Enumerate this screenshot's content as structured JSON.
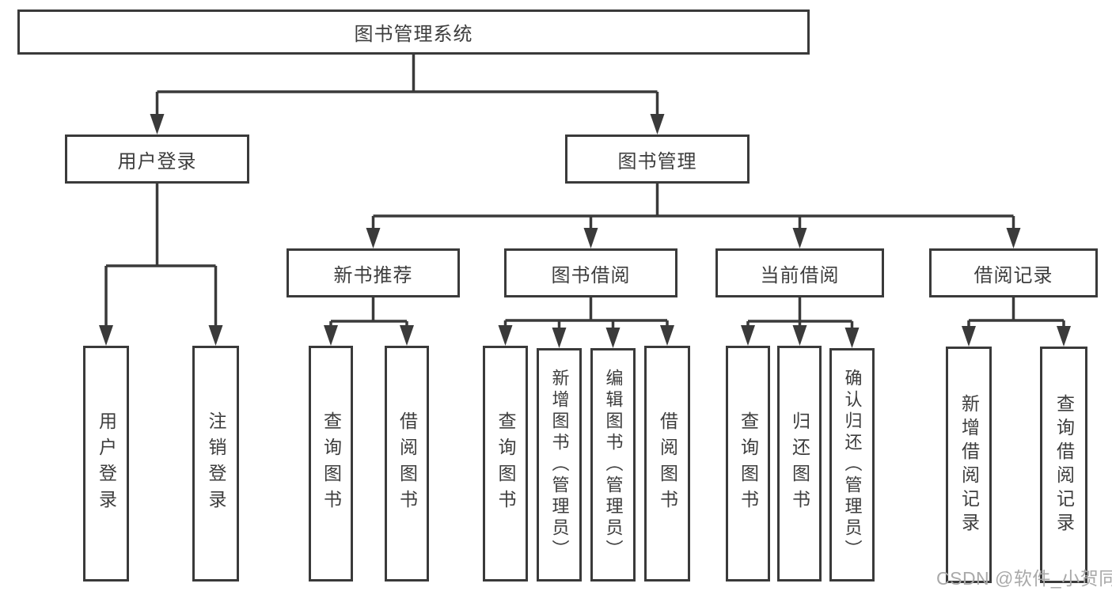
{
  "tree": {
    "root": "图书管理系统",
    "level2": [
      "用户登录",
      "图书管理"
    ],
    "level3": [
      "新书推荐",
      "图书借阅",
      "当前借阅",
      "借阅记录"
    ],
    "leaf_groups": [
      [
        "用户登录",
        "注销登录"
      ],
      [
        "查询图书",
        "借阅图书"
      ],
      [
        "查询图书",
        "新增图书（管理员）",
        "编辑图书（管理员）",
        "借阅图书"
      ],
      [
        "查询图书",
        "归还图书",
        "确认归还（管理员）"
      ],
      [
        "新增借阅记录",
        "查询借阅记录"
      ]
    ]
  },
  "watermark": "CSDN @软件_小贺同学",
  "colors": {
    "line": "#3a3a3a",
    "text": "#3d3d3d",
    "watermark": "#a9a9a9",
    "background": "#ffffff"
  }
}
